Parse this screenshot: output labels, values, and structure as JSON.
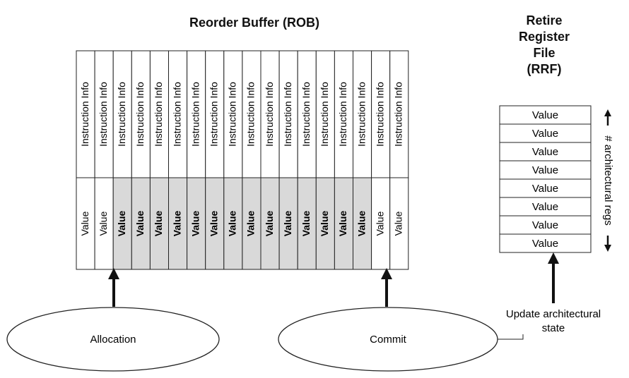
{
  "rob": {
    "title": "Reorder Buffer (ROB)",
    "entries": [
      {
        "info": "Instruction Info",
        "value": "Value",
        "shaded": false
      },
      {
        "info": "Instruction Info",
        "value": "Value",
        "shaded": false
      },
      {
        "info": "Instruction Info",
        "value": "Value",
        "shaded": true
      },
      {
        "info": "Instruction Info",
        "value": "Value",
        "shaded": true
      },
      {
        "info": "Instruction Info",
        "value": "Value",
        "shaded": true
      },
      {
        "info": "Instruction Info",
        "value": "Value",
        "shaded": true
      },
      {
        "info": "Instruction Info",
        "value": "Value",
        "shaded": true
      },
      {
        "info": "Instruction Info",
        "value": "Value",
        "shaded": true
      },
      {
        "info": "Instruction Info",
        "value": "Value",
        "shaded": true
      },
      {
        "info": "Instruction Info",
        "value": "Value",
        "shaded": true
      },
      {
        "info": "Instruction Info",
        "value": "Value",
        "shaded": true
      },
      {
        "info": "Instruction Info",
        "value": "Value",
        "shaded": true
      },
      {
        "info": "Instruction Info",
        "value": "Value",
        "shaded": true
      },
      {
        "info": "Instruction Info",
        "value": "Value",
        "shaded": true
      },
      {
        "info": "Instruction Info",
        "value": "Value",
        "shaded": true
      },
      {
        "info": "Instruction Info",
        "value": "Value",
        "shaded": true
      },
      {
        "info": "Instruction Info",
        "value": "Value",
        "shaded": false
      },
      {
        "info": "Instruction Info",
        "value": "Value",
        "shaded": false
      }
    ]
  },
  "rrf": {
    "title_lines": [
      "Retire",
      "Register",
      "File",
      "(RRF)"
    ],
    "values": [
      "Value",
      "Value",
      "Value",
      "Value",
      "Value",
      "Value",
      "Value",
      "Value"
    ],
    "side_label": "# architectural regs"
  },
  "allocation": {
    "label": "Allocation"
  },
  "commit": {
    "label": "Commit"
  },
  "update": {
    "line1": "Update architectural",
    "line2": "state"
  },
  "colors": {
    "shade": "#d9d9d9",
    "stroke": "#222222",
    "arrow": "#111111"
  }
}
